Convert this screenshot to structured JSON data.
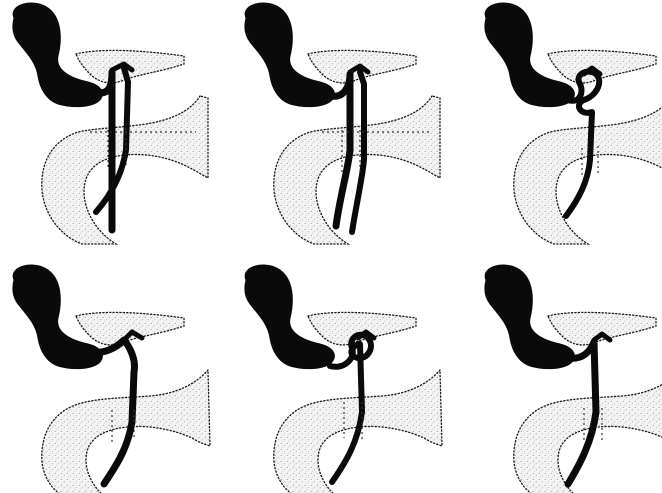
{
  "figure": {
    "panel_count": 6,
    "panels": [
      {
        "variant": "parallel-long-common-channel"
      },
      {
        "variant": "parallel-ducts-to-lower-ampulla"
      },
      {
        "variant": "spiral-crossing"
      },
      {
        "variant": "short-common-channel"
      },
      {
        "variant": "loop-crossing"
      },
      {
        "variant": "direct-single-duct"
      }
    ],
    "colors": {
      "background": "#ffffff",
      "ink": "#0a0a0a",
      "stipple": "#9a9a9a"
    }
  }
}
